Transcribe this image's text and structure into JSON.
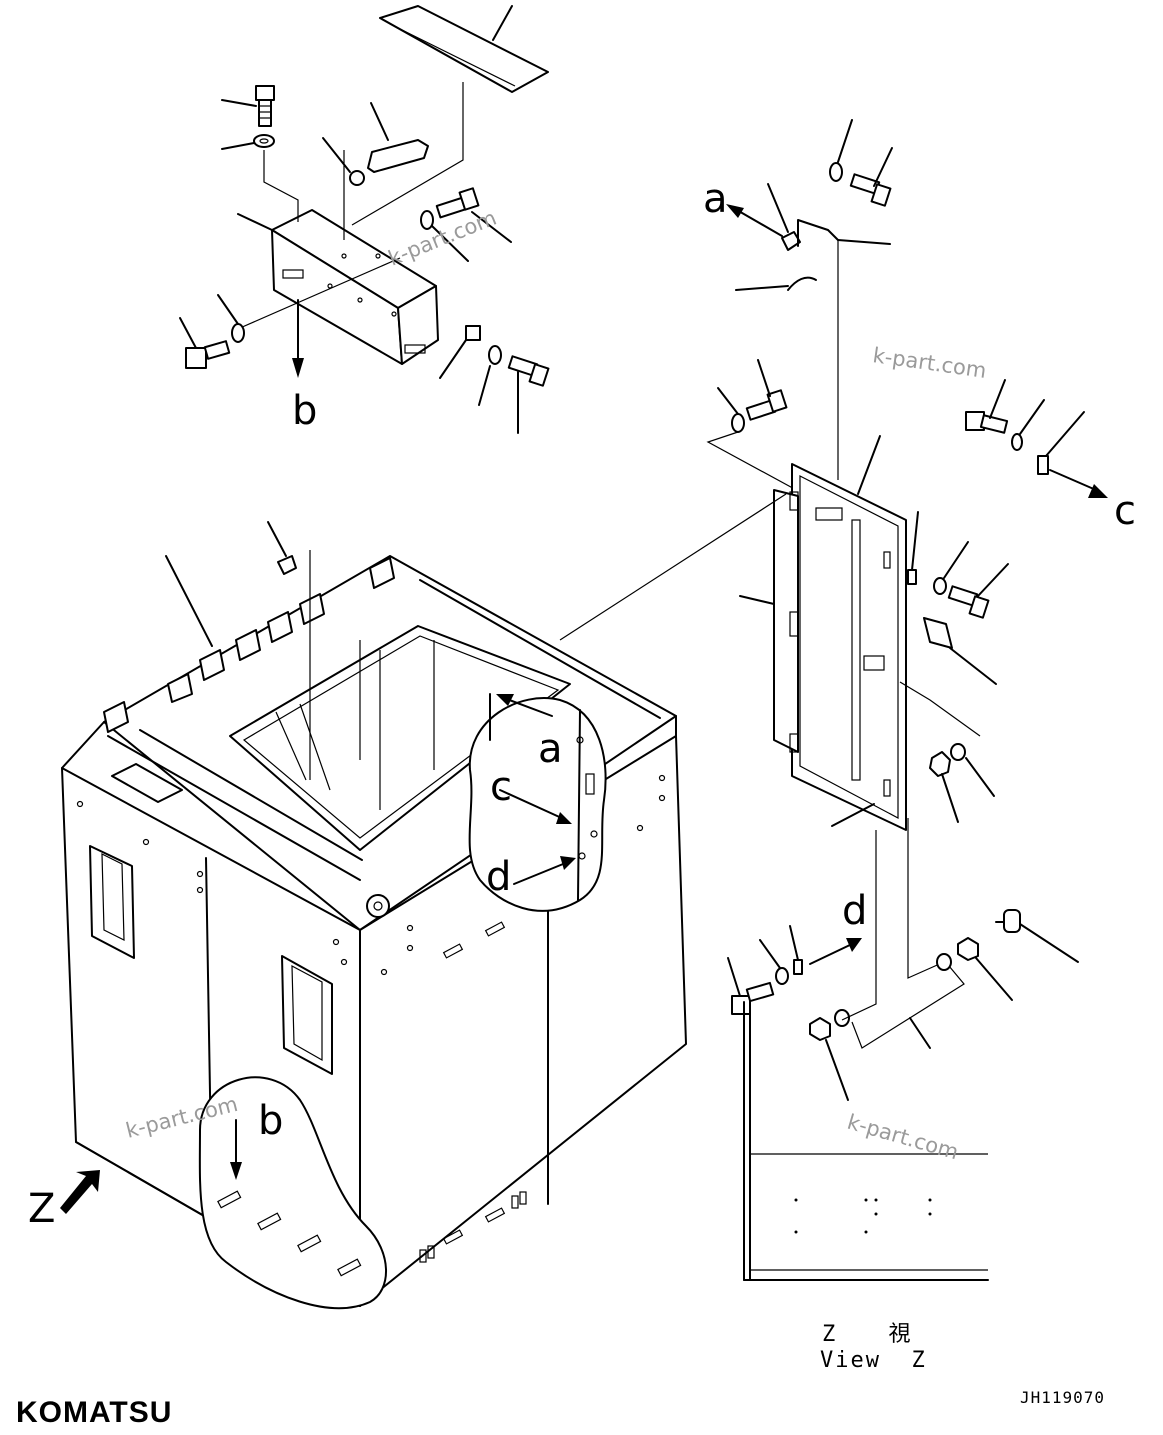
{
  "brand": "KOMATSU",
  "figure_code": "JH119070",
  "view_label": {
    "line1_letter": "Z",
    "line1_kanji": "視",
    "line2": "View  Z"
  },
  "view_marker_letter": "Z",
  "callout_letters": [
    "a",
    "b",
    "c",
    "d"
  ],
  "watermarks": [
    "k-part.com",
    "k-part.com",
    "k-part.com",
    "k-part.com"
  ],
  "colors": {
    "line": "#000000",
    "background": "#ffffff",
    "watermark": "#9a9a9a"
  }
}
